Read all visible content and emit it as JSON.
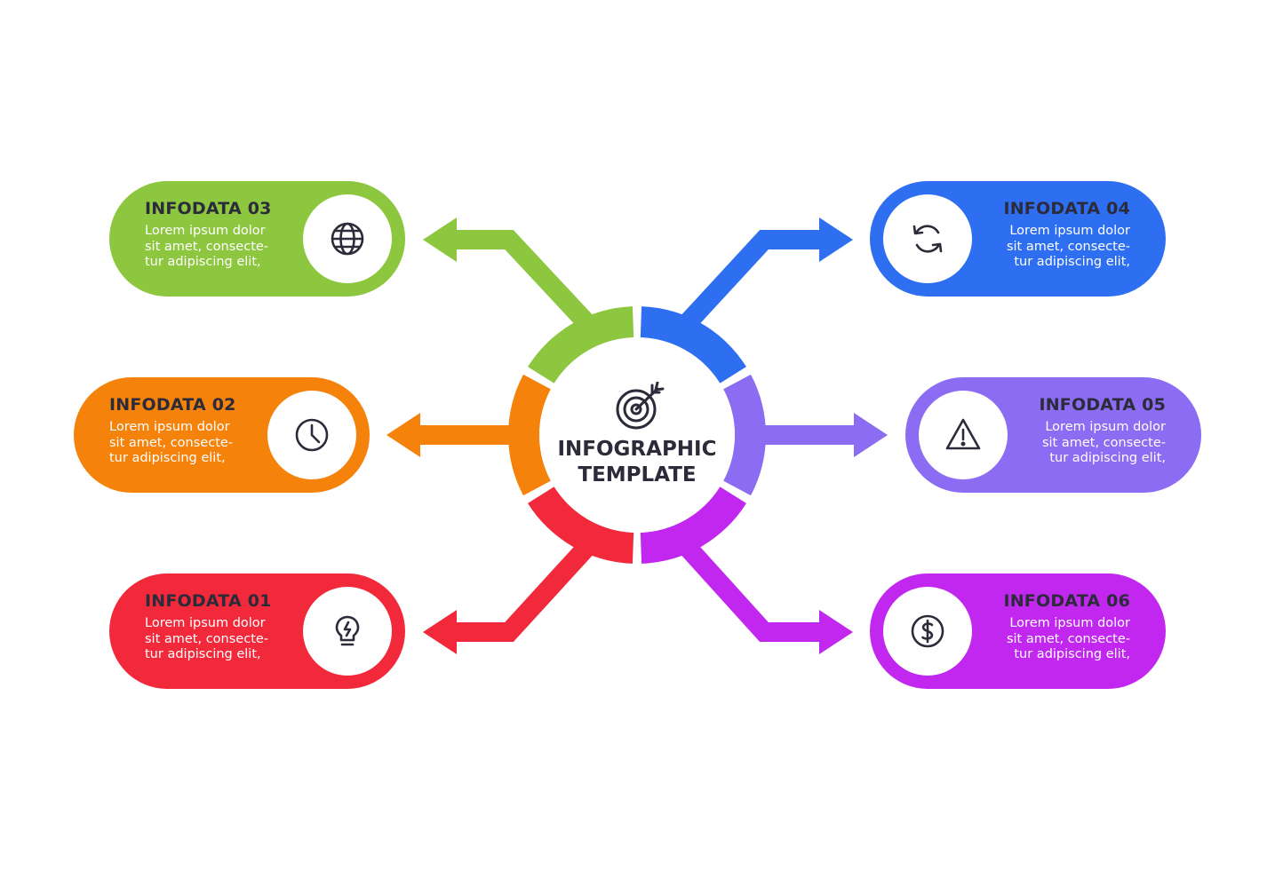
{
  "center": {
    "title_line1": "INFOGRAPHIC",
    "title_line2": "TEMPLATE",
    "icon": "target-icon"
  },
  "colors": {
    "item01": "#f2293a",
    "item02": "#f5820a",
    "item03": "#8dc63f",
    "item04": "#2e6ff2",
    "item05": "#8b6cf2",
    "item06": "#c227f0",
    "text_dark": "#2b2b3a"
  },
  "items": [
    {
      "title": "INFODATA 01",
      "line1": "Lorem ipsum dolor",
      "line2": "sit amet, consecte-",
      "line3": "tur adipiscing elit,",
      "icon": "lightbulb-icon"
    },
    {
      "title": "INFODATA 02",
      "line1": "Lorem ipsum dolor",
      "line2": "sit amet, consecte-",
      "line3": "tur adipiscing elit,",
      "icon": "clock-icon"
    },
    {
      "title": "INFODATA 03",
      "line1": "Lorem ipsum dolor",
      "line2": "sit amet, consecte-",
      "line3": "tur adipiscing elit,",
      "icon": "globe-icon"
    },
    {
      "title": "INFODATA 04",
      "line1": "Lorem ipsum dolor",
      "line2": "sit amet, consecte-",
      "line3": "tur adipiscing elit,",
      "icon": "refresh-icon"
    },
    {
      "title": "INFODATA 05",
      "line1": "Lorem ipsum dolor",
      "line2": "sit amet, consecte-",
      "line3": "tur adipiscing elit,",
      "icon": "warning-icon"
    },
    {
      "title": "INFODATA 06",
      "line1": "Lorem ipsum dolor",
      "line2": "sit amet, consecte-",
      "line3": "tur adipiscing elit,",
      "icon": "dollar-coin-icon"
    }
  ]
}
